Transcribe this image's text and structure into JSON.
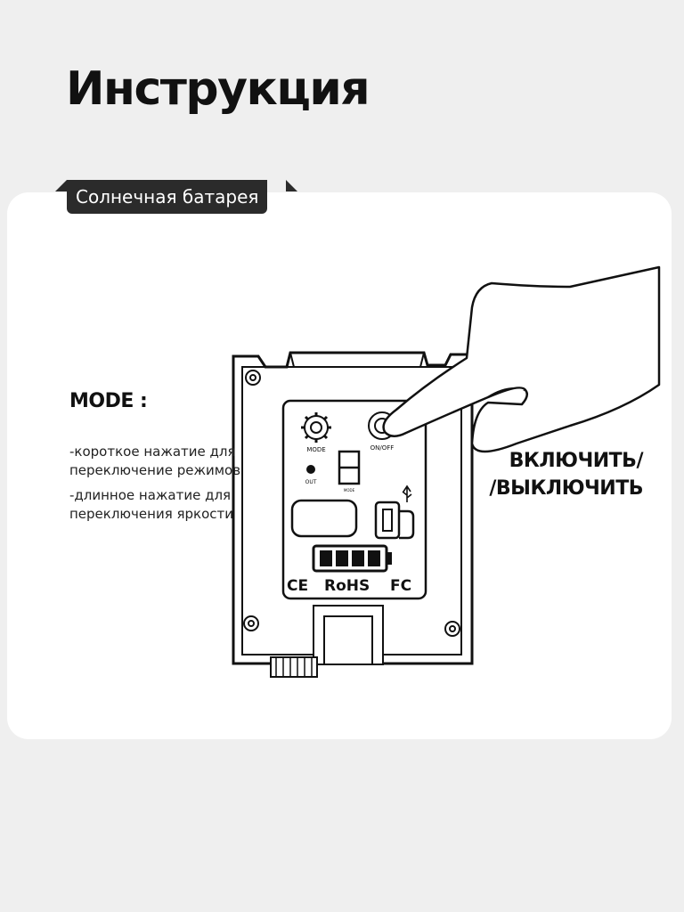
{
  "page": {
    "title": "Инструкция",
    "tag": "Солнечная батарея"
  },
  "mode": {
    "title": "MODE :",
    "line1": "-короткое нажатие для переключение режимов",
    "line2": "-длинное нажатие для переключения яркости"
  },
  "onoff": {
    "line1": "ВКЛЮЧИТЬ/",
    "line2": "/ВЫКЛЮЧИТЬ"
  },
  "device": {
    "mode_label": "MODE",
    "onoff_label": "ON/OFF",
    "out_label": "OUT",
    "digit_caption": "MODE",
    "cert_ce": "CE",
    "cert_rohs": "RoHS",
    "cert_fc": "FC",
    "battery_bars": 4
  }
}
